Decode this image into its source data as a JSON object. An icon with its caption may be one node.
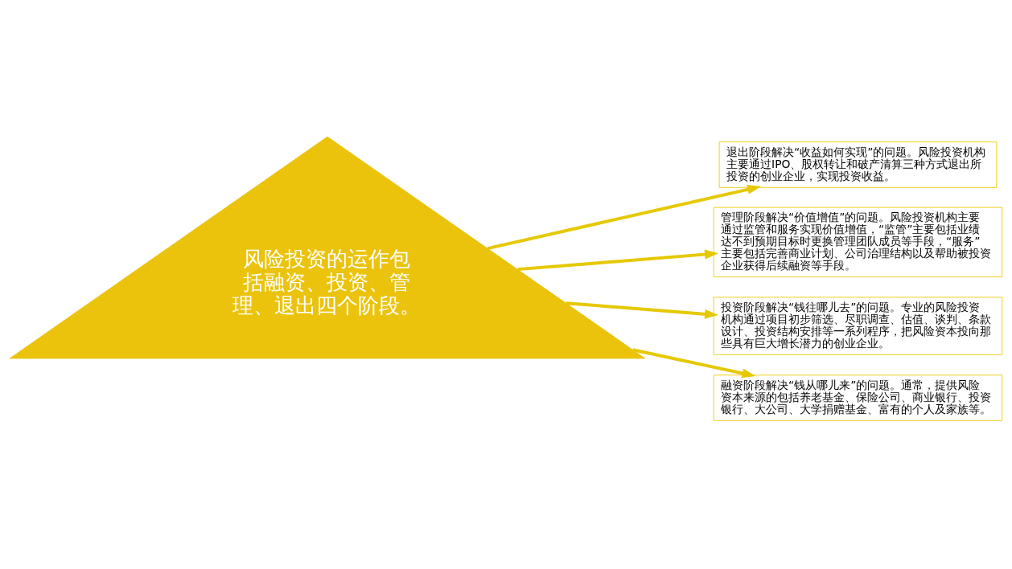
{
  "diagram": {
    "nodes": [
      {
        "text": [
          "风险投资的运作包括融资、投资、管理、退出四个阶段。"
        ]
      },
      {
        "text": [
          "退出阶段解决“收益如何实现”的问题。风险投资机构主要通过IPO、股权转让和破产清算三种方式退出所投资的创业企业，实现投资收益。"
        ]
      },
      {
        "text": [
          "管理阶段解决“价值增值”的问题。风险投资机构主要通过监管和服务实现价值增值，“监管”主要包括业绩达不到预期目标时更换管理团队成员等手段，“服务”主要包括完善商业计划、公司治理结构以及帮助被投资企业获得后续融资等手段。"
        ]
      },
      {
        "text": [
          "投资阶段解决“钱往哪儿去”的问题。专业的风险投资机构通过项目初步筛选、尽职调查、估值、谈判、条款设计、投资结构安排等一系列程序，把风险资本投向那些具有巨大增长潜力的创业企业。"
        ]
      },
      {
        "text": [
          "融资阶段解决“钱从哪儿来”的问题。通常，提供风险资本来源的包括养老基金、保险公司、商业银行、投资银行、大公司、大学捐赠基金、富有的个人及家族等。"
        ]
      }
    ],
    "edges": [
      {
        "from": 0,
        "to": 1,
        "arrow": "to"
      },
      {
        "from": 0,
        "to": 2,
        "arrow": "to"
      },
      {
        "from": 0,
        "to": 3,
        "arrow": "to"
      },
      {
        "from": 0,
        "to": 4,
        "arrow": "to"
      }
    ]
  }
}
